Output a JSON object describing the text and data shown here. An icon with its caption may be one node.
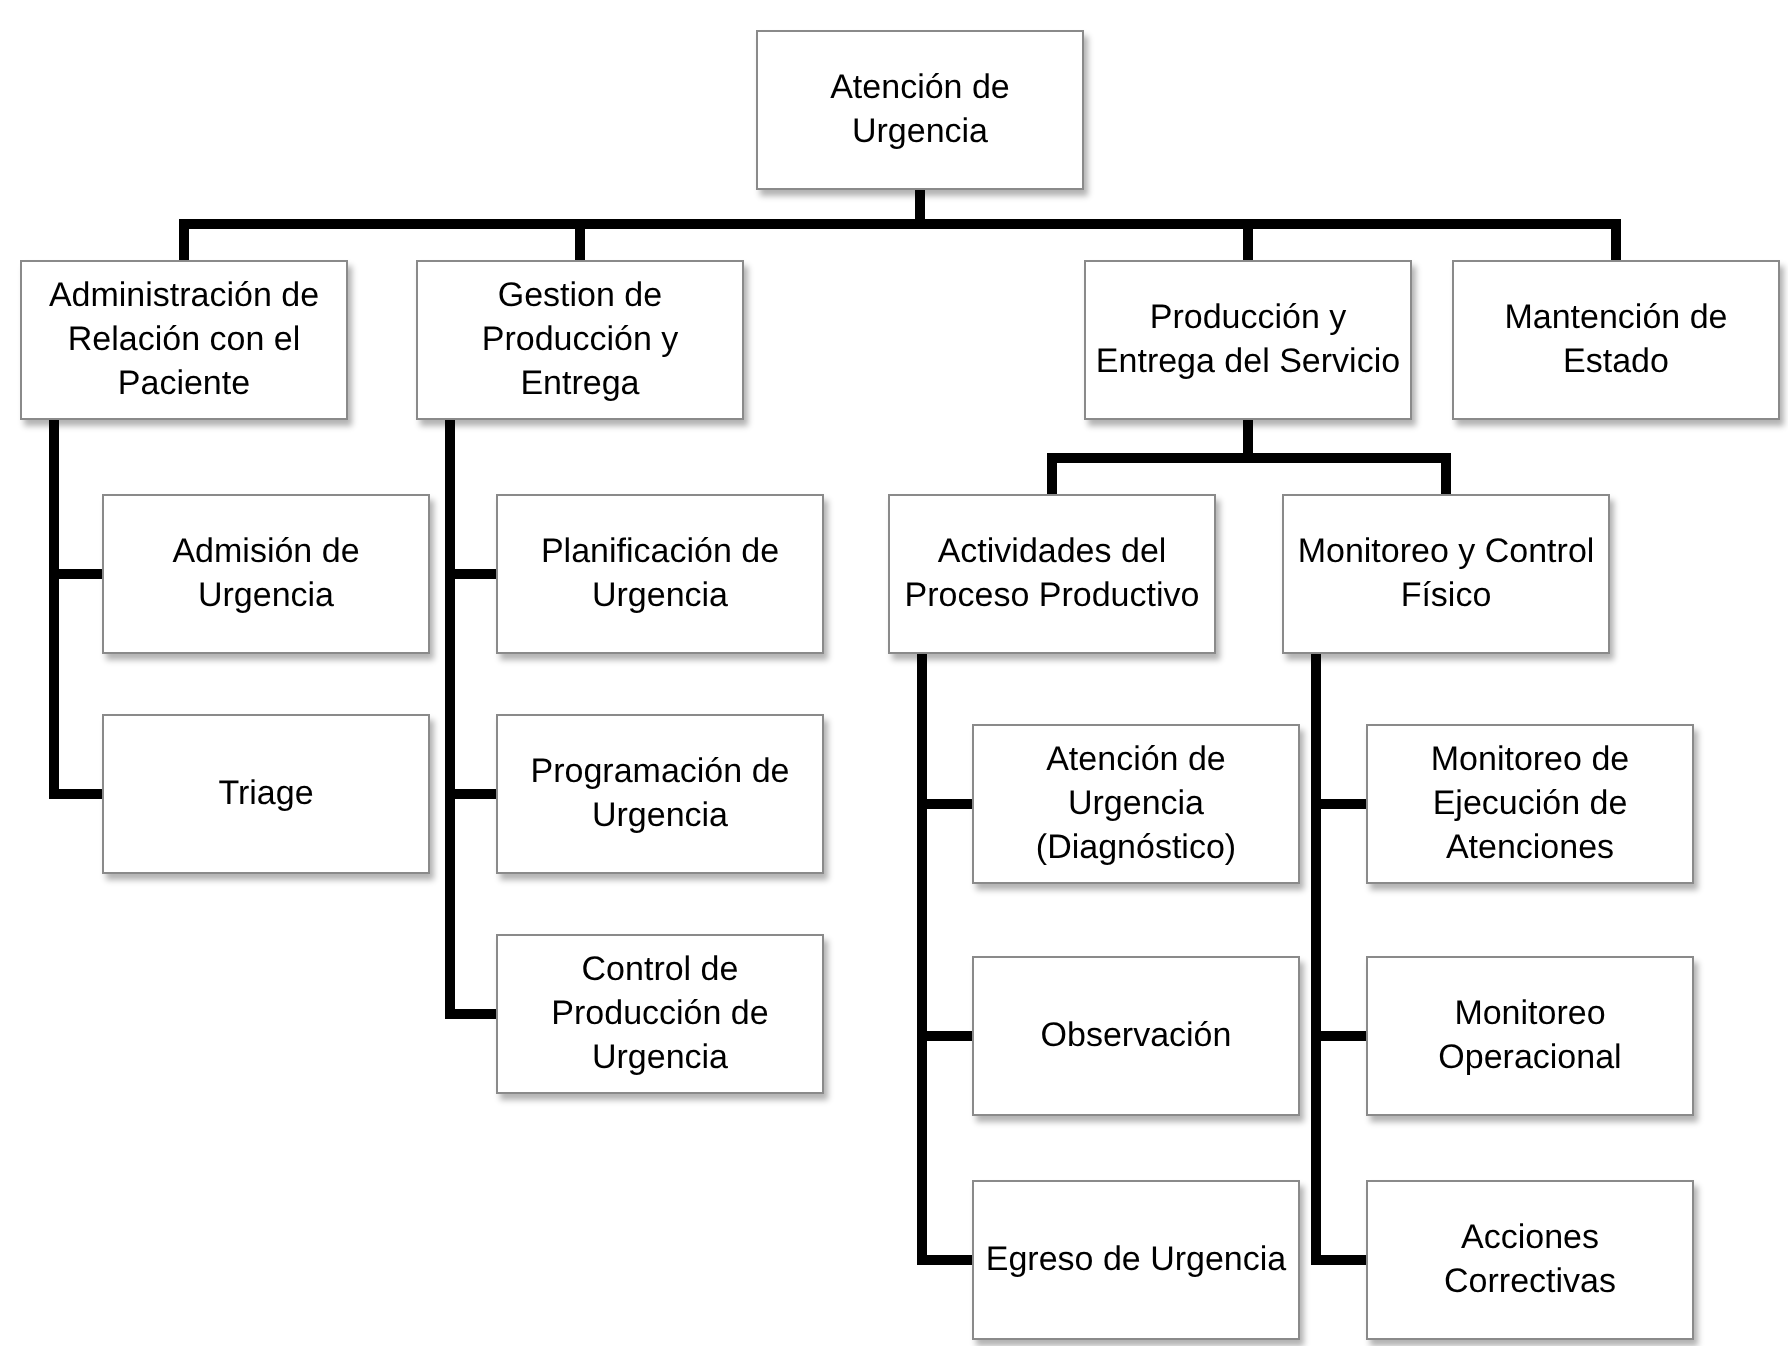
{
  "diagram": {
    "nodes": [
      {
        "text": [
          "Atención de Urgencia"
        ]
      },
      {
        "text": [
          "Administración de Relación con el Paciente"
        ]
      },
      {
        "text": [
          "Gestion de Producción y Entrega"
        ]
      },
      {
        "text": [
          "Producción y Entrega del Servicio"
        ]
      },
      {
        "text": [
          "Mantención de Estado"
        ]
      },
      {
        "text": [
          "Admisión de Urgencia"
        ]
      },
      {
        "text": [
          "Triage"
        ]
      },
      {
        "text": [
          "Planificación de Urgencia"
        ]
      },
      {
        "text": [
          "Programación de Urgencia"
        ]
      },
      {
        "text": [
          "Control de Producción de Urgencia"
        ]
      },
      {
        "text": [
          "Actividades del Proceso Productivo"
        ]
      },
      {
        "text": [
          "Monitoreo y Control Físico"
        ]
      },
      {
        "text": [
          "Atención de Urgencia (Diagnóstico)"
        ]
      },
      {
        "text": [
          "Observación"
        ]
      },
      {
        "text": [
          "Egreso de Urgencia"
        ]
      },
      {
        "text": [
          "Monitoreo de Ejecución de Atenciones"
        ]
      },
      {
        "text": [
          "Monitoreo Operacional"
        ]
      },
      {
        "text": [
          "Acciones Correctivas"
        ]
      }
    ],
    "edges": [
      {
        "from": 0,
        "to": 1,
        "arrow": "none"
      },
      {
        "from": 0,
        "to": 2,
        "arrow": "none"
      },
      {
        "from": 0,
        "to": 3,
        "arrow": "none"
      },
      {
        "from": 0,
        "to": 4,
        "arrow": "none"
      },
      {
        "from": 1,
        "to": 5,
        "arrow": "none"
      },
      {
        "from": 1,
        "to": 6,
        "arrow": "none"
      },
      {
        "from": 2,
        "to": 7,
        "arrow": "none"
      },
      {
        "from": 2,
        "to": 8,
        "arrow": "none"
      },
      {
        "from": 2,
        "to": 9,
        "arrow": "none"
      },
      {
        "from": 3,
        "to": 10,
        "arrow": "none"
      },
      {
        "from": 3,
        "to": 11,
        "arrow": "none"
      },
      {
        "from": 10,
        "to": 12,
        "arrow": "none"
      },
      {
        "from": 10,
        "to": 13,
        "arrow": "none"
      },
      {
        "from": 10,
        "to": 14,
        "arrow": "none"
      },
      {
        "from": 11,
        "to": 15,
        "arrow": "none"
      },
      {
        "from": 11,
        "to": 16,
        "arrow": "none"
      },
      {
        "from": 11,
        "to": 17,
        "arrow": "none"
      }
    ]
  }
}
